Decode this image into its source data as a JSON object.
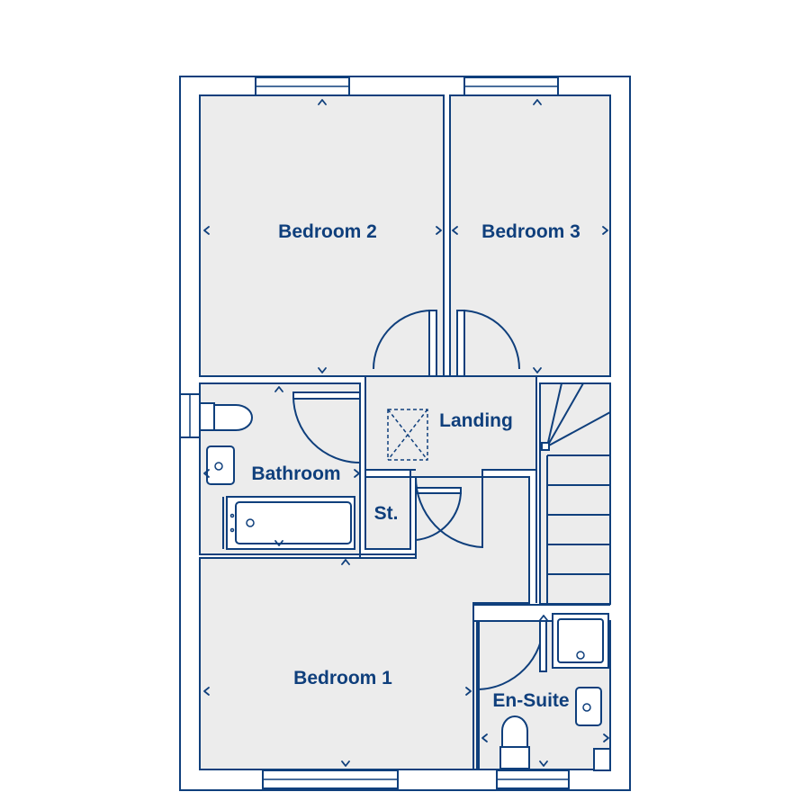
{
  "rooms": {
    "bedroom2": "Bedroom 2",
    "bedroom3": "Bedroom 3",
    "landing": "Landing",
    "bathroom": "Bathroom",
    "store": "St.",
    "bedroom1": "Bedroom 1",
    "ensuite": "En-Suite"
  },
  "colors": {
    "line": "#0f3f7c",
    "floor": "#ececec",
    "wall": "#ffffff"
  }
}
